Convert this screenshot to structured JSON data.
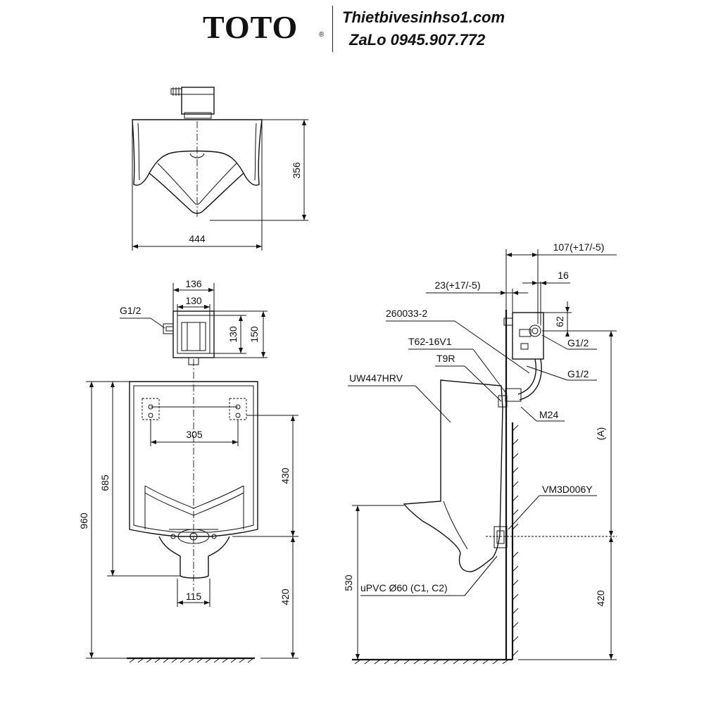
{
  "header": {
    "brand": "TOTO",
    "registered_mark": "®",
    "website": "Thietbivesinhso1.com",
    "contact": "ZaLo 0945.907.772"
  },
  "dimensions": {
    "top_width": "444",
    "top_depth": "356",
    "valve_outer_width": "136",
    "valve_inner_width": "130",
    "valve_inner_height": "130",
    "valve_outer_height": "150",
    "hanger_spacing": "305",
    "body_height": "685",
    "total_height": "960",
    "hanger_height": "430",
    "outlet_height_front": "420",
    "outlet_width": "115",
    "side_valve_offset": "107(+17/-5)",
    "side_wall_offset": "23(+17/-5)",
    "side_inlet_offset": "16",
    "side_inlet_height": "62",
    "rim_height": "530",
    "outlet_height_side": "420",
    "variable_height": "(A)"
  },
  "labels": {
    "front_inlet": "G1/2",
    "side_inlet_top": "G1/2",
    "side_inlet_mid": "G1/2",
    "valve_part": "260033-2",
    "stop_valve": "T62-16V1",
    "spreader": "T9R",
    "urinal_model": "UW447HRV",
    "nut": "M24",
    "outlet_part": "VM3D006Y",
    "drain_pipe": "uPVC Ø60 (C1, C2)"
  }
}
